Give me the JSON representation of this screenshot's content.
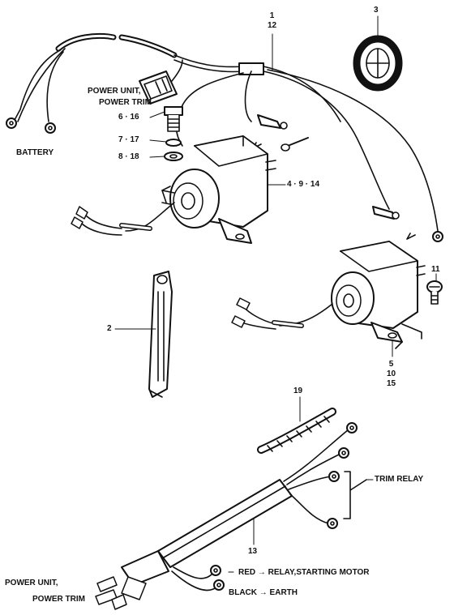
{
  "callouts": {
    "c1": "1",
    "c12": "12",
    "c3": "3",
    "c6_16": "6 · 16",
    "c7_17": "7 · 17",
    "c8_18": "8 · 18",
    "c4_9_14": "4 · 9 · 14",
    "c11": "11",
    "c2": "2",
    "c5": "5",
    "c10": "10",
    "c15": "15",
    "c19": "19",
    "c13": "13"
  },
  "labels": {
    "power_unit_top_1": "POWER UNIT,",
    "power_unit_top_2": "POWER TRIM",
    "battery": "BATTERY",
    "trim_relay": "TRIM RELAY",
    "red_legend": "RED → RELAY,STARTING MOTOR",
    "black_legend": "BLACK → EARTH",
    "power_unit_bottom_1": "POWER UNIT,",
    "power_unit_bottom_2": "POWER TRIM"
  },
  "colors": {
    "ink": "#111111",
    "paper": "#ffffff"
  }
}
